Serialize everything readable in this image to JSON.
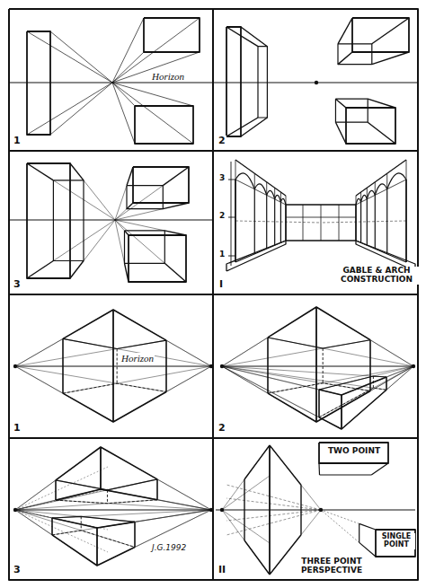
{
  "diagram": {
    "labels": [
      "Horizon",
      "1",
      "2",
      "3",
      "3",
      "2",
      "1",
      "GABLE & ARCH CONSTRUCTION",
      "I",
      "Horizon",
      "1",
      "2",
      "3",
      "J.G.1992",
      "II",
      "TWO POINT",
      "SINGLE POINT",
      "THREE POINT PERSPECTIVE"
    ]
  }
}
